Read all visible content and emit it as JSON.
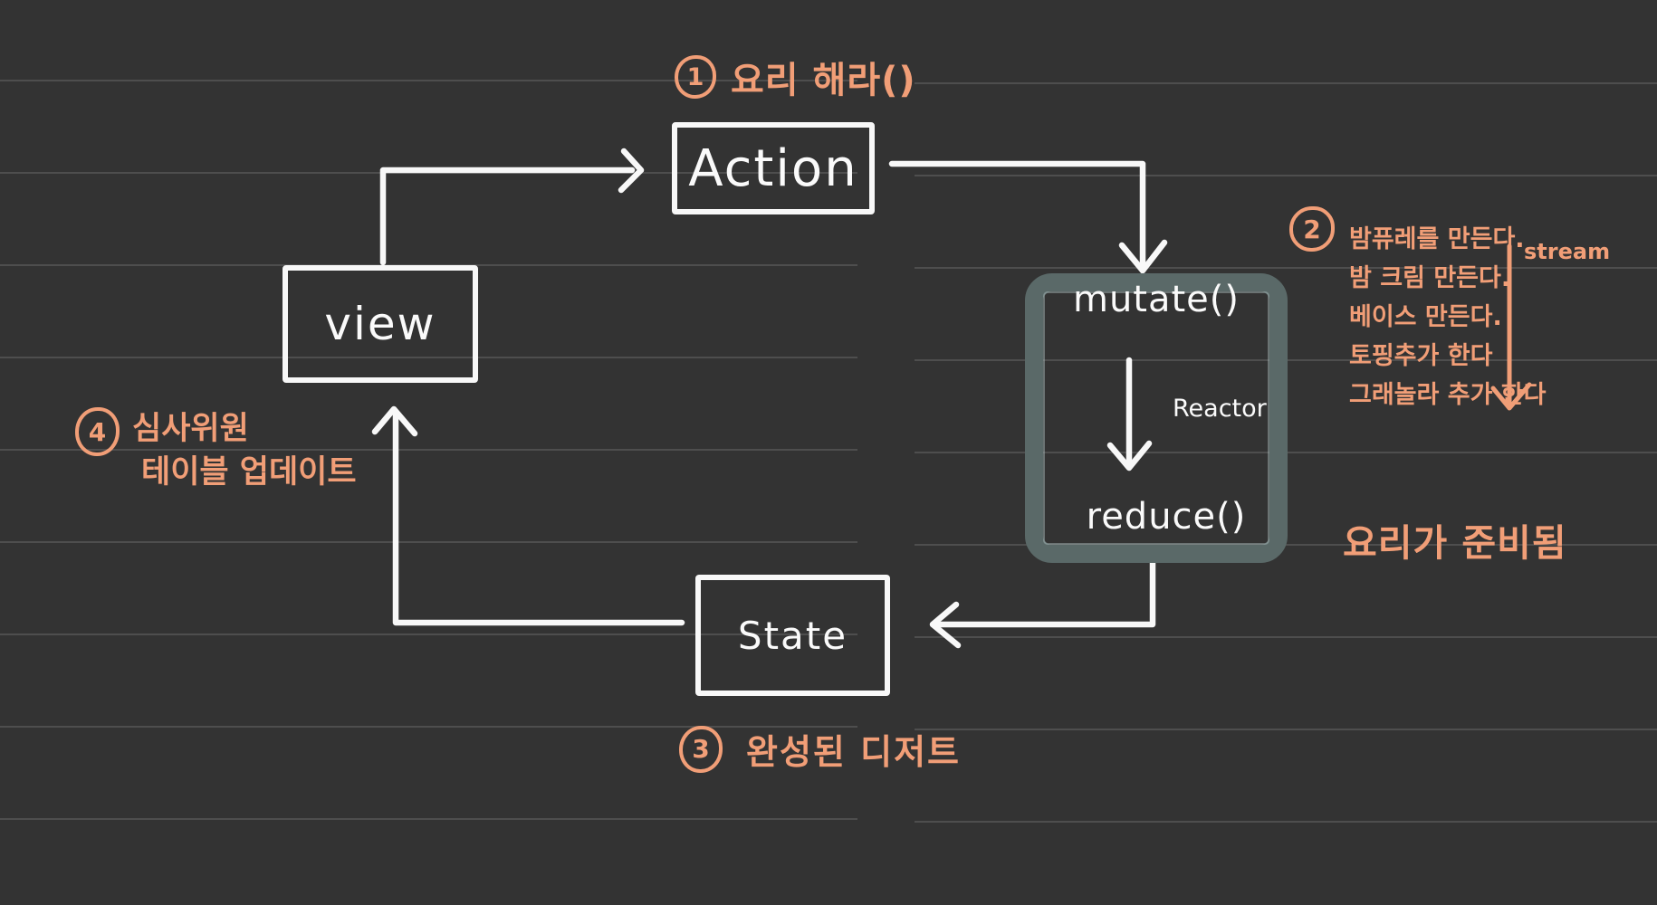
{
  "colors": {
    "background": "#333333",
    "ruled_line": "#4e4e4e",
    "stroke_white": "#f8f8f8",
    "accent_orange": "#f19e77",
    "reactor_border": "#5a6968"
  },
  "nodes": {
    "view": {
      "label": "view"
    },
    "action": {
      "label": "Action"
    },
    "state": {
      "label": "State"
    },
    "mutate": {
      "label": "mutate()"
    },
    "reduce": {
      "label": "reduce()"
    },
    "reactor": {
      "label": "Reactor"
    }
  },
  "annotations": {
    "step1": {
      "number": "1",
      "text": "요리 해라()"
    },
    "step2": {
      "number": "2",
      "lines": [
        "밤퓨레를 만든다.",
        "밤 크림 만든다.",
        "베이스 만든다.",
        "토핑추가 한다",
        "그래놀라 추가 한다"
      ],
      "stream_label": "stream"
    },
    "ready": {
      "text": "요리가 준비됨"
    },
    "step3": {
      "number": "3",
      "text": "완성된 디저트"
    },
    "step4": {
      "number": "4",
      "line1": "심사위원",
      "line2": "테이블 업데이트"
    }
  }
}
